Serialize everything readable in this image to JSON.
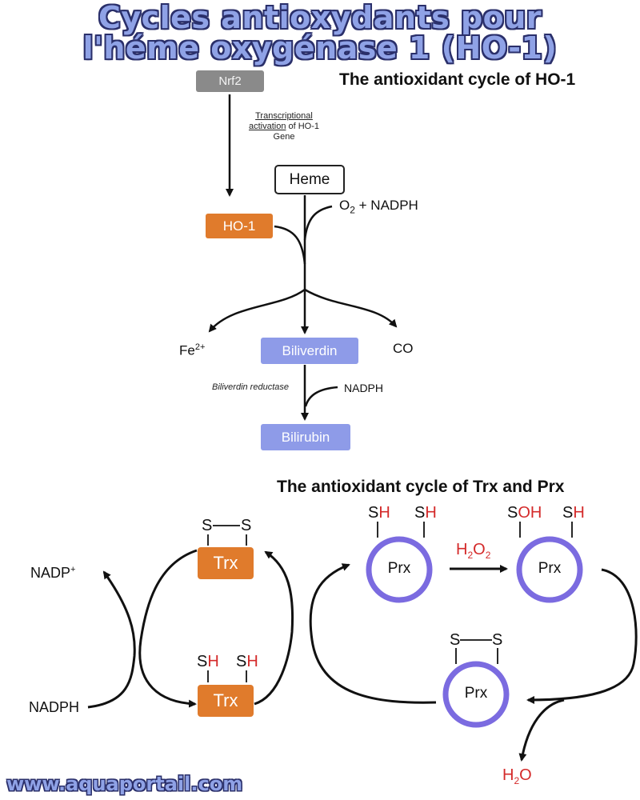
{
  "header": {
    "title_line1": "Cycles antioxydants pour",
    "title_line2": "l'héme oxygénase 1 (HO-1)"
  },
  "ho1_cycle": {
    "heading": "The antioxidant cycle of HO-1",
    "nrf2": "Nrf2",
    "transcription_line1": "Transcriptional",
    "transcription_line2": "activation",
    "transcription_line2b": " of HO-1",
    "transcription_line3": "Gene",
    "heme": "Heme",
    "o2_nadph_prefix": "O",
    "o2_sub": "2",
    "o2_nadph_suffix": " + NADPH",
    "ho1": "HO-1",
    "fe": "Fe",
    "fe_sup": "2+",
    "biliverdin": "Biliverdin",
    "co": "CO",
    "reductase": "Biliverdin reductase",
    "nadph": "NADPH",
    "bilirubin": "Bilirubin"
  },
  "trx_prx_cycle": {
    "heading": "The antioxidant cycle of Trx and Prx",
    "nadp_plus": "NADP",
    "nadp_sup": "+",
    "nadph": "NADPH",
    "trx": "Trx",
    "s": "S",
    "h": "H",
    "oh": "OH",
    "prx": "Prx",
    "h2o2_h": "H",
    "h2o2_2": "2",
    "h2o2_o": "O",
    "h2o_h": "H",
    "h2o_2": "2",
    "h2o_o": "O"
  },
  "footer": {
    "site": "www.aquaportail.com"
  },
  "colors": {
    "orange": "#e07b2c",
    "blue": "#8e9be8",
    "prx_ring": "#7b6be0",
    "red": "#d42a2a",
    "grey": "#8a8a8a",
    "title_fill": "#8fa2e6",
    "title_outline": "#2a2f6a"
  }
}
